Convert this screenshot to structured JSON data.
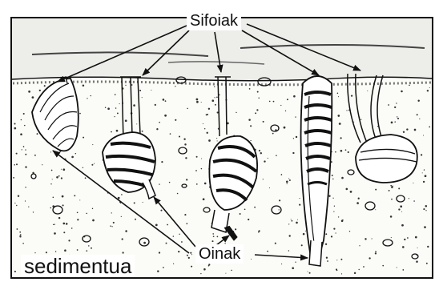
{
  "labels": {
    "siphons": "Sifoiak",
    "feet": "Oinak",
    "sediment": "sedimentua"
  },
  "colors": {
    "ink": "#111111",
    "sediment_fill": "#fbfbf8",
    "water_fill": "#ededea",
    "background": "#ffffff"
  },
  "icons": [
    "cockle-shell",
    "clam-shell",
    "spiral-shell",
    "razor-clam",
    "buried-clam"
  ]
}
